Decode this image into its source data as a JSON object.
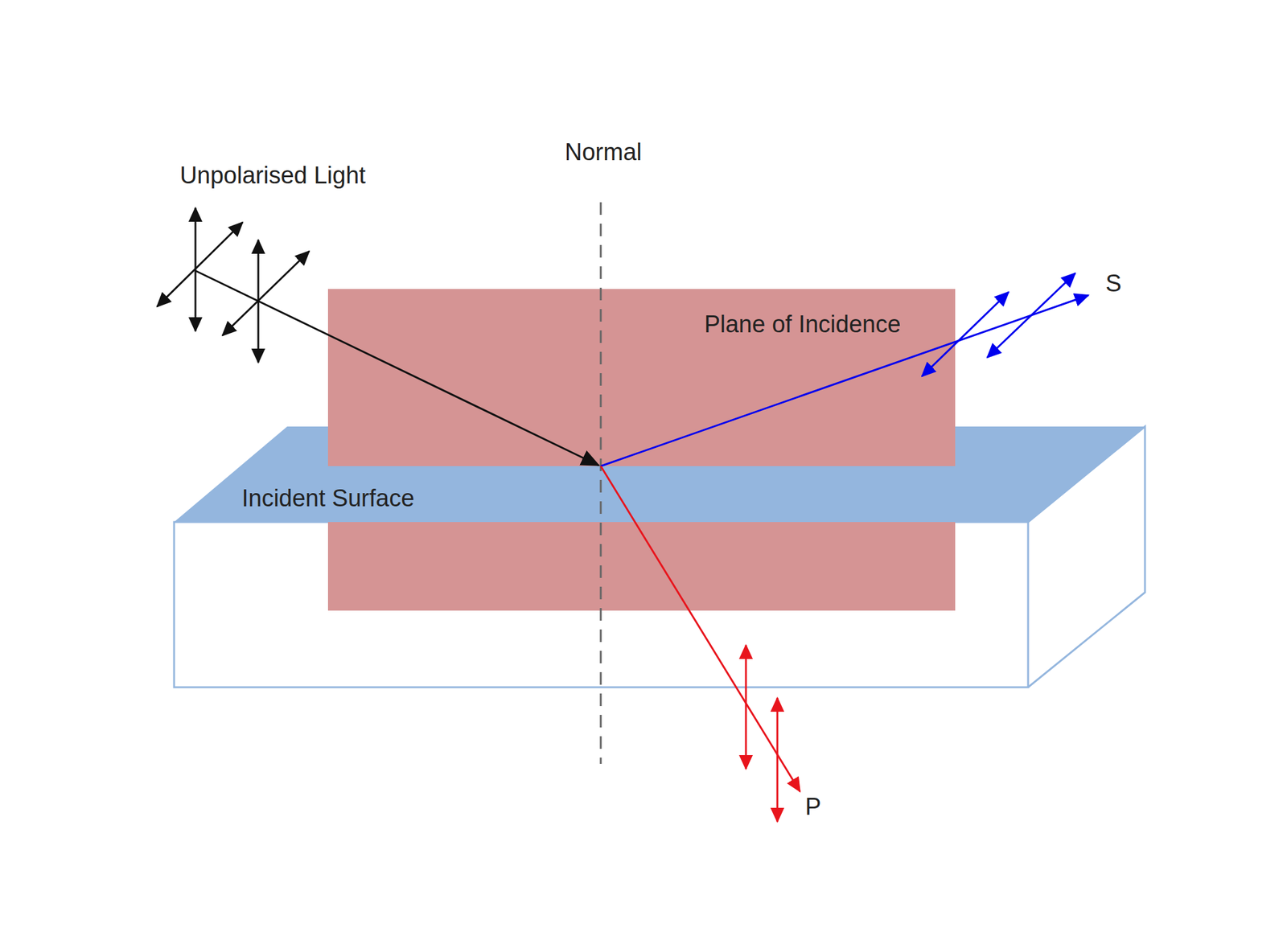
{
  "diagram": {
    "nodes": [
      {
        "text": [
          "Plane of Incidence"
        ]
      },
      {
        "text": [
          "Incident Surface"
        ]
      }
    ],
    "labels": [
      "Normal",
      "Unpolarised Light",
      "S",
      "P"
    ]
  }
}
